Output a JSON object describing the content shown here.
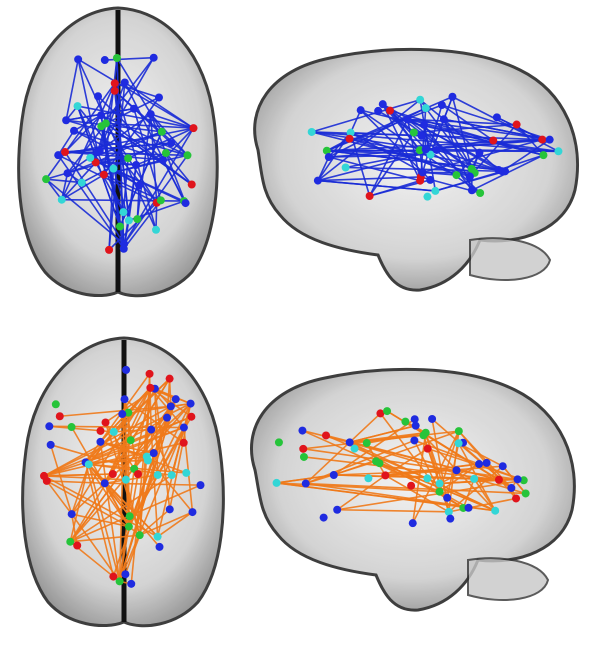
{
  "figure": {
    "panels": [
      {
        "id": "top-left",
        "view": "axial",
        "edge_color": "blue"
      },
      {
        "id": "top-right",
        "view": "sagittal",
        "edge_color": "blue"
      },
      {
        "id": "bottom-left",
        "view": "axial",
        "edge_color": "orange"
      },
      {
        "id": "bottom-right",
        "view": "sagittal",
        "edge_color": "orange"
      }
    ],
    "colors": {
      "background": "#ffffff",
      "brain_fill": "#d9d9d9",
      "brain_outline": "#2a2a2a",
      "edge_blue": "#1a2cd6",
      "edge_orange": "#f07a1a",
      "node_blue": "#1f2be0",
      "node_green": "#26c43a",
      "node_cyan": "#33d6d6",
      "node_red": "#e0141c"
    }
  }
}
